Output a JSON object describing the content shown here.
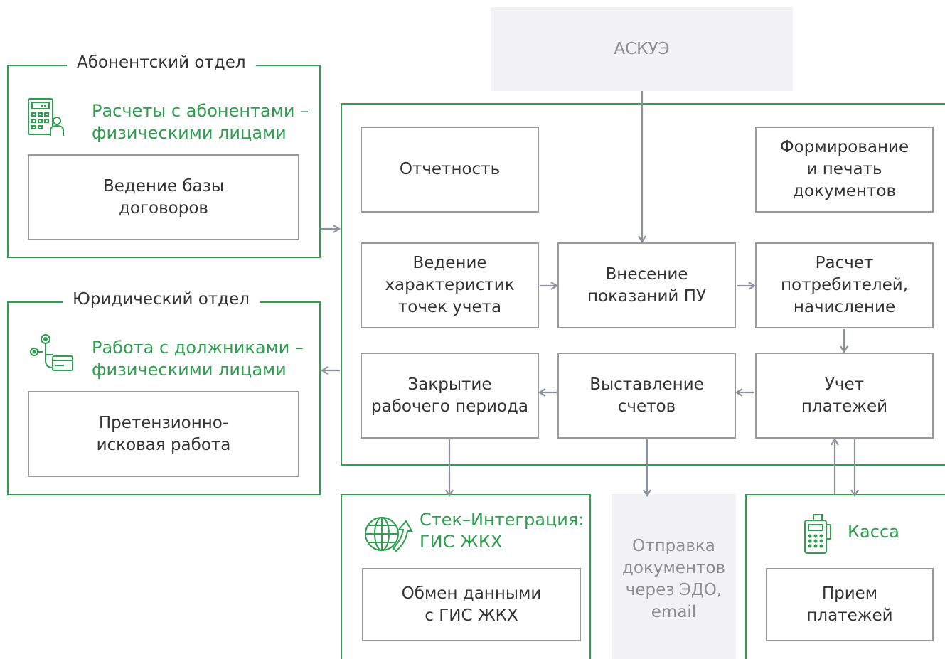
{
  "colors": {
    "accent": "#2e9e4f",
    "border": "#999999",
    "arrow": "#8c9199",
    "gray_fill": "#f2f1f3",
    "text": "#333333",
    "muted_text": "#8f8f8f"
  },
  "ascue": "АСКУЭ",
  "subscriber_dept": {
    "legend": "Абонентский отдел",
    "title": "Расчеты с абонентами –\nфизическими лицами",
    "icon": "calculator-person-icon",
    "box": "Ведение базы\nдоговоров"
  },
  "legal_dept": {
    "legend": "Юридический отдел",
    "title": "Работа с должниками –\nфизическими лицами",
    "icon": "debtor-card-icon",
    "box": "Претензионно-\nисковая работа"
  },
  "core": {
    "reporting": "Отчетность",
    "doc_forming": "Формирование\nи печать\nдокументов",
    "metering_points": "Ведение\nхарактеристик\nточек учета",
    "readings": "Внесение\nпоказаний ПУ",
    "calculation": "Расчет\nпотребителей,\nначисление",
    "closing": "Закрытие\nрабочего периода",
    "invoicing": "Выставление\nсчетов",
    "payments": "Учет\nплатежей"
  },
  "integration": {
    "title": "Стек–Интеграция:\nГИС ЖКХ",
    "icon": "globe-arrow-icon",
    "box": "Обмен данными\nс ГИС ЖКХ"
  },
  "edo": "Отправка\nдокументов\nчерез ЭДО,\nemail",
  "cashier": {
    "title": "Касса",
    "icon": "cash-register-icon",
    "box": "Прием\nплатежей"
  }
}
